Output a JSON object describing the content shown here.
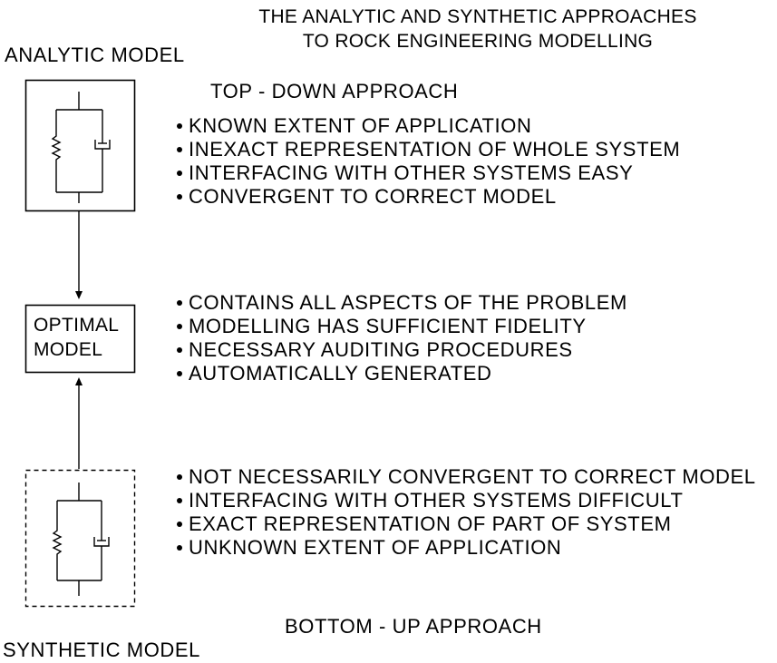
{
  "title": {
    "line1": "THE ANALYTIC AND SYNTHETIC APPROACHES",
    "line2": "TO ROCK ENGINEERING MODELLING"
  },
  "analytic_model": {
    "label": "ANALYTIC MODEL"
  },
  "top_down": {
    "label": "TOP - DOWN APPROACH",
    "points": [
      "KNOWN EXTENT OF APPLICATION",
      "INEXACT REPRESENTATION OF WHOLE SYSTEM",
      "INTERFACING WITH OTHER SYSTEMS EASY",
      "CONVERGENT TO CORRECT MODEL"
    ]
  },
  "optimal_model": {
    "line1": "OPTIMAL",
    "line2": "MODEL",
    "points": [
      "CONTAINS ALL ASPECTS OF THE PROBLEM",
      "MODELLING HAS SUFFICIENT FIDELITY",
      "NECESSARY AUDITING PROCEDURES",
      "AUTOMATICALLY GENERATED"
    ]
  },
  "bottom_up": {
    "label": "BOTTOM - UP APPROACH",
    "points": [
      "NOT NECESSARILY CONVERGENT TO CORRECT MODEL",
      "INTERFACING WITH OTHER SYSTEMS DIFFICULT",
      "EXACT REPRESENTATION OF PART OF SYSTEM",
      "UNKNOWN EXTENT OF APPLICATION"
    ]
  },
  "synthetic_model": {
    "label": "SYNTHETIC MODEL"
  },
  "icons": {
    "spring": "spring-icon",
    "dashpot": "dashpot-icon",
    "bullet": "bullet-icon",
    "arrow_down": "arrow-down-icon",
    "arrow_up": "arrow-up-icon"
  },
  "colors": {
    "ink": "#000000",
    "background": "#ffffff"
  }
}
